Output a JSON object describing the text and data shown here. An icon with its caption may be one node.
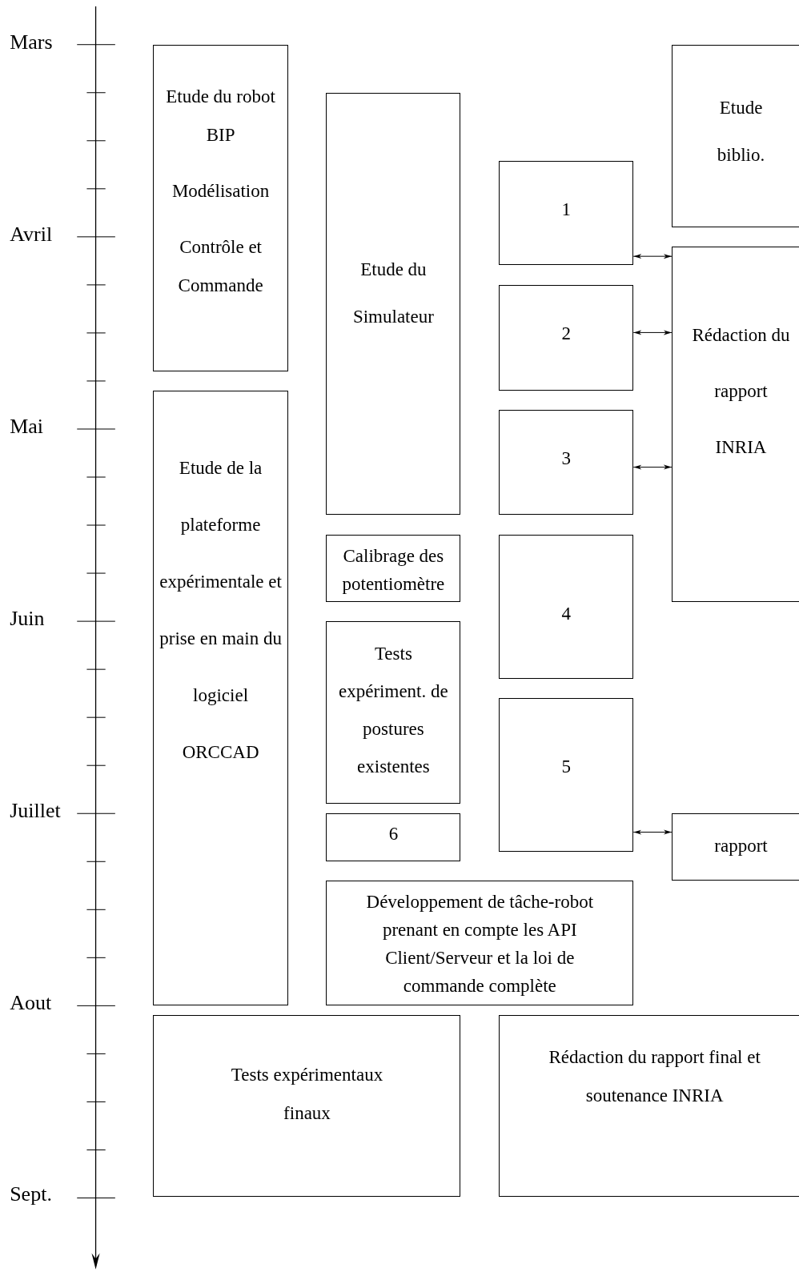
{
  "diagram": {
    "nodes": [
      {
        "text": [
          "Etude du robot BIP",
          "Modélisation",
          "Contrôle et Commande"
        ]
      },
      {
        "text": [
          "Etude de la plateforme expérimentale et prise en main du logiciel ORCCAD"
        ]
      },
      {
        "text": [
          "Etude du Simulateur"
        ]
      },
      {
        "text": [
          "Calibrage des potentiomètre"
        ]
      },
      {
        "text": [
          "Tests expériment. de postures existentes"
        ]
      },
      {
        "text": [
          "6"
        ]
      },
      {
        "text": [
          "Développement de tâche-robot prenant en compte les API Client/Serveur et la loi de commande complète"
        ]
      },
      {
        "text": [
          "Tests expérimentaux finaux"
        ]
      },
      {
        "text": [
          "1"
        ]
      },
      {
        "text": [
          "2"
        ]
      },
      {
        "text": [
          "3"
        ]
      },
      {
        "text": [
          "4"
        ]
      },
      {
        "text": [
          "5"
        ]
      },
      {
        "text": [
          "Rédaction du rapport final et soutenance INRIA"
        ]
      },
      {
        "text": [
          "Etude biblio."
        ]
      },
      {
        "text": [
          "Rédaction du rapport INRIA"
        ]
      },
      {
        "text": [
          "rapport"
        ]
      }
    ],
    "edges": [
      {
        "from": 8,
        "to": 15,
        "arrow": "both"
      },
      {
        "from": 9,
        "to": 15,
        "arrow": "both"
      },
      {
        "from": 10,
        "to": 15,
        "arrow": "both"
      },
      {
        "from": 12,
        "to": 16,
        "arrow": "both"
      }
    ],
    "labels": [
      "Mars",
      "Avril",
      "Mai",
      "Juin",
      "Juillet",
      "Aout",
      "Sept."
    ]
  }
}
